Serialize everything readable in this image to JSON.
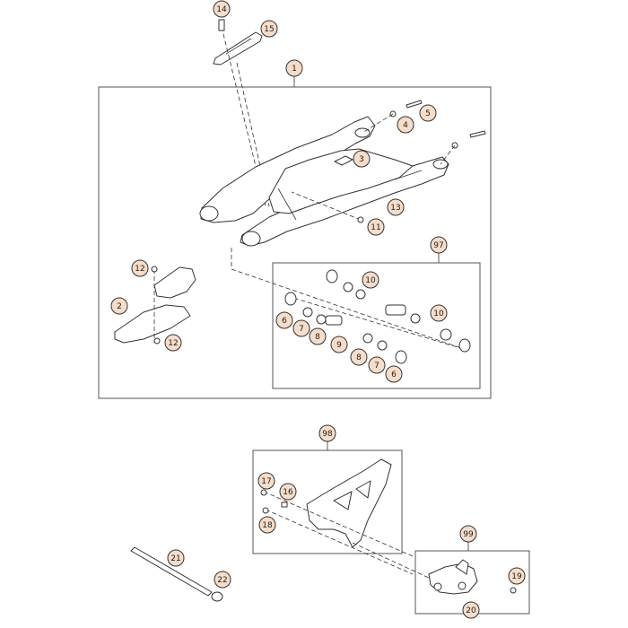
{
  "callouts": {
    "c1": "1",
    "c2": "2",
    "c3": "3",
    "c4": "4",
    "c5": "5",
    "c6a": "6",
    "c6b": "6",
    "c7a": "7",
    "c7b": "7",
    "c8a": "8",
    "c8b": "8",
    "c9": "9",
    "c10a": "10",
    "c10b": "10",
    "c11": "11",
    "c12a": "12",
    "c12b": "12",
    "c13": "13",
    "c14": "14",
    "c15": "15",
    "c16": "16",
    "c17": "17",
    "c18": "18",
    "c19": "19",
    "c20": "20",
    "c21": "21",
    "c22": "22",
    "c97": "97",
    "c98": "98",
    "c99": "99"
  },
  "colors": {
    "badge_fill": "#f6ddc9",
    "line": "#333333"
  }
}
